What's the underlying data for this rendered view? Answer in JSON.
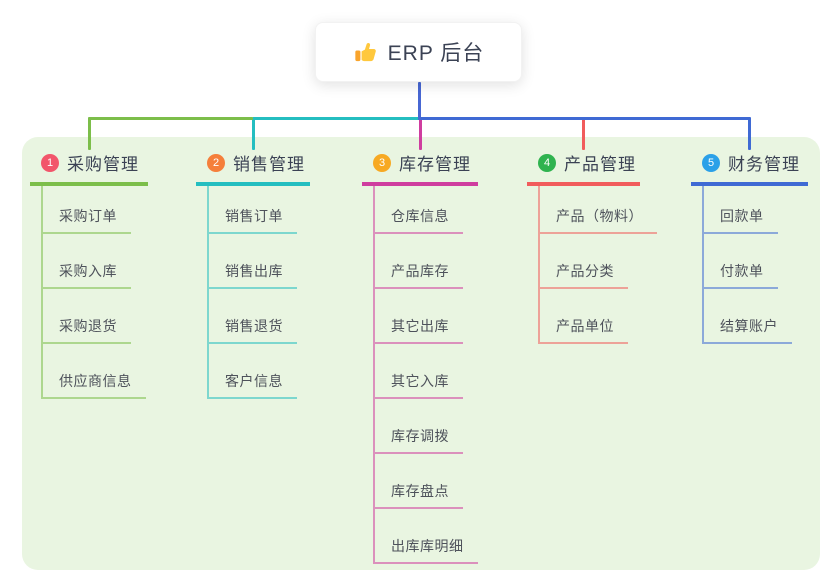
{
  "root": {
    "title": "ERP 后台",
    "icon": "thumbs-up-icon"
  },
  "colors": {
    "canvas_bg": "#ffffff",
    "panel_bg": "#e9f5e1",
    "root_line": "#4767d3",
    "title_text": "#3b4254",
    "subtopic_text": "#4e525b"
  },
  "branches": [
    {
      "number": "1",
      "label": "采购管理",
      "badge_color": "#f2566b",
      "line_color": "#7cbe4a",
      "children": [
        "采购订单",
        "采购入库",
        "采购退货",
        "供应商信息"
      ]
    },
    {
      "number": "2",
      "label": "销售管理",
      "badge_color": "#f57f3b",
      "line_color": "#24bec0",
      "children": [
        "销售订单",
        "销售出库",
        "销售退货",
        "客户信息"
      ]
    },
    {
      "number": "3",
      "label": "库存管理",
      "badge_color": "#f7a923",
      "line_color": "#cf3d9f",
      "children": [
        "仓库信息",
        "产品库存",
        "其它出库",
        "其它入库",
        "库存调拨",
        "库存盘点",
        "出库库明细"
      ]
    },
    {
      "number": "4",
      "label": "产品管理",
      "badge_color": "#2fb34f",
      "line_color": "#f15c5c",
      "children": [
        "产品（物料）",
        "产品分类",
        "产品单位"
      ]
    },
    {
      "number": "5",
      "label": "财务管理",
      "badge_color": "#2ba0e8",
      "line_color": "#3f6ad4",
      "children": [
        "回款单",
        "付款单",
        "结算账户"
      ]
    }
  ]
}
